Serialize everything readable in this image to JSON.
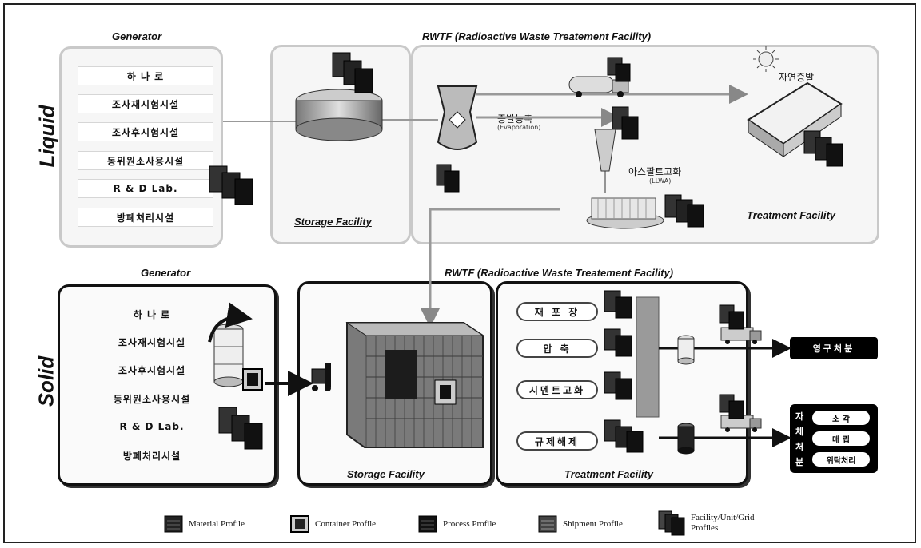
{
  "liquid": {
    "side_label": "Liquid",
    "generator_heading": "Generator",
    "rwtf_heading": "RWTF (Radioactive Waste Treatement Facility)",
    "generator_items": [
      "하 나 로",
      "조사재시험시설",
      "조사후시험시설",
      "동위원소사용시설",
      "R & D Lab.",
      "방폐처리시설"
    ],
    "storage_caption": "Storage Facility",
    "treatment_caption": "Treatment Facility",
    "evaporation_label": "증발농축",
    "evaporation_sub": "(Evaporation)",
    "natural_evap_label": "자연증발",
    "asphalt_label": "아스팔트고화",
    "asphalt_sub": "(LLWA)"
  },
  "solid": {
    "side_label": "Solid",
    "generator_heading": "Generator",
    "rwtf_heading": "RWTF (Radioactive Waste Treatement Facility)",
    "generator_items": [
      "하 나 로",
      "조사재시험시설",
      "조사후시험시설",
      "동위원소사용시설",
      "R & D Lab.",
      "방폐처리시설"
    ],
    "storage_caption": "Storage Facility",
    "treatment_caption": "Treatment Facility",
    "process_items": [
      "재 포 장",
      "압     축",
      "시멘트고화",
      "규제해제"
    ],
    "disposal_label": "영구처분",
    "self_disposal_vertical": [
      "자",
      "체",
      "처",
      "분"
    ],
    "self_disposal_items": [
      "소  각",
      "매  립",
      "위탁처리"
    ]
  },
  "legend": {
    "items": [
      "Material Profile",
      "Container Profile",
      "Process Profile",
      "Shipment Profile",
      "Facility/Unit/Grid Profiles"
    ]
  }
}
